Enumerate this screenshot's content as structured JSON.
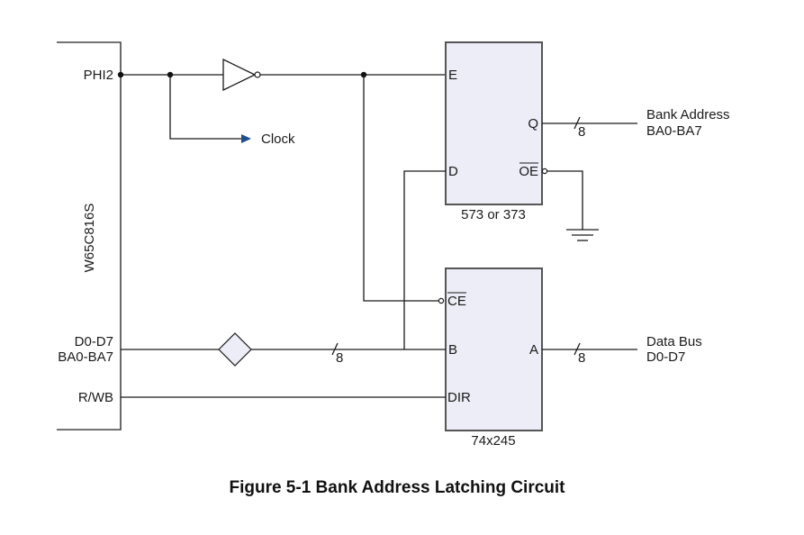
{
  "caption": "Figure 5-1 Bank Address Latching Circuit",
  "cpu": {
    "name": "W65C816S",
    "pins": {
      "phi2": "PHI2",
      "data_line1": "D0-D7",
      "data_line2": "BA0-BA7",
      "rwb": "R/WB"
    }
  },
  "clock_output": {
    "label": "Clock",
    "arrow_color": "#1f4e8c"
  },
  "latch": {
    "part": "573 or 373",
    "pins": {
      "e": "E",
      "d": "D",
      "q": "Q",
      "oe": "OE"
    },
    "oe_active_low": true
  },
  "transceiver": {
    "part": "74x245",
    "pins": {
      "ce": "CE",
      "b": "B",
      "a": "A",
      "dir": "DIR"
    },
    "ce_active_low": true
  },
  "outputs": {
    "bank_address": {
      "line1": "Bank Address",
      "line2": "BA0-BA7"
    },
    "data_bus": {
      "line1": "Data Bus",
      "line2": "D0-D7"
    }
  },
  "bus_width": "8",
  "colors": {
    "chip_fill": "#ecedf6",
    "wire": "#1a1a1a",
    "arrow": "#1f4e8c"
  }
}
